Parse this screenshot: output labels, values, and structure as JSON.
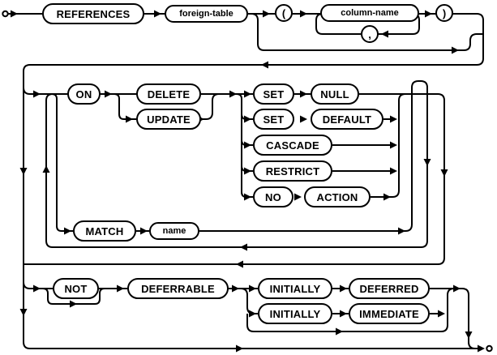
{
  "diagram": {
    "name": "foreign-key-clause syntax diagram",
    "colors": {
      "line": "#000000",
      "background": "#ffffff",
      "box_fill": "#ffffff"
    },
    "keywords": {
      "references": "REFERENCES",
      "on": "ON",
      "delete": "DELETE",
      "update": "UPDATE",
      "set1": "SET",
      "null": "NULL",
      "set2": "SET",
      "default": "DEFAULT",
      "cascade": "CASCADE",
      "restrict": "RESTRICT",
      "no": "NO",
      "action": "ACTION",
      "match": "MATCH",
      "not": "NOT",
      "deferrable": "DEFERRABLE",
      "initially1": "INITIALLY",
      "deferred": "DEFERRED",
      "initially2": "INITIALLY",
      "immediate": "IMMEDIATE"
    },
    "nonterminals": {
      "foreign_table": "foreign-table",
      "column_name": "column-name",
      "name": "name"
    },
    "punctuation": {
      "lparen": "(",
      "rparen": ")",
      "comma": ","
    }
  }
}
